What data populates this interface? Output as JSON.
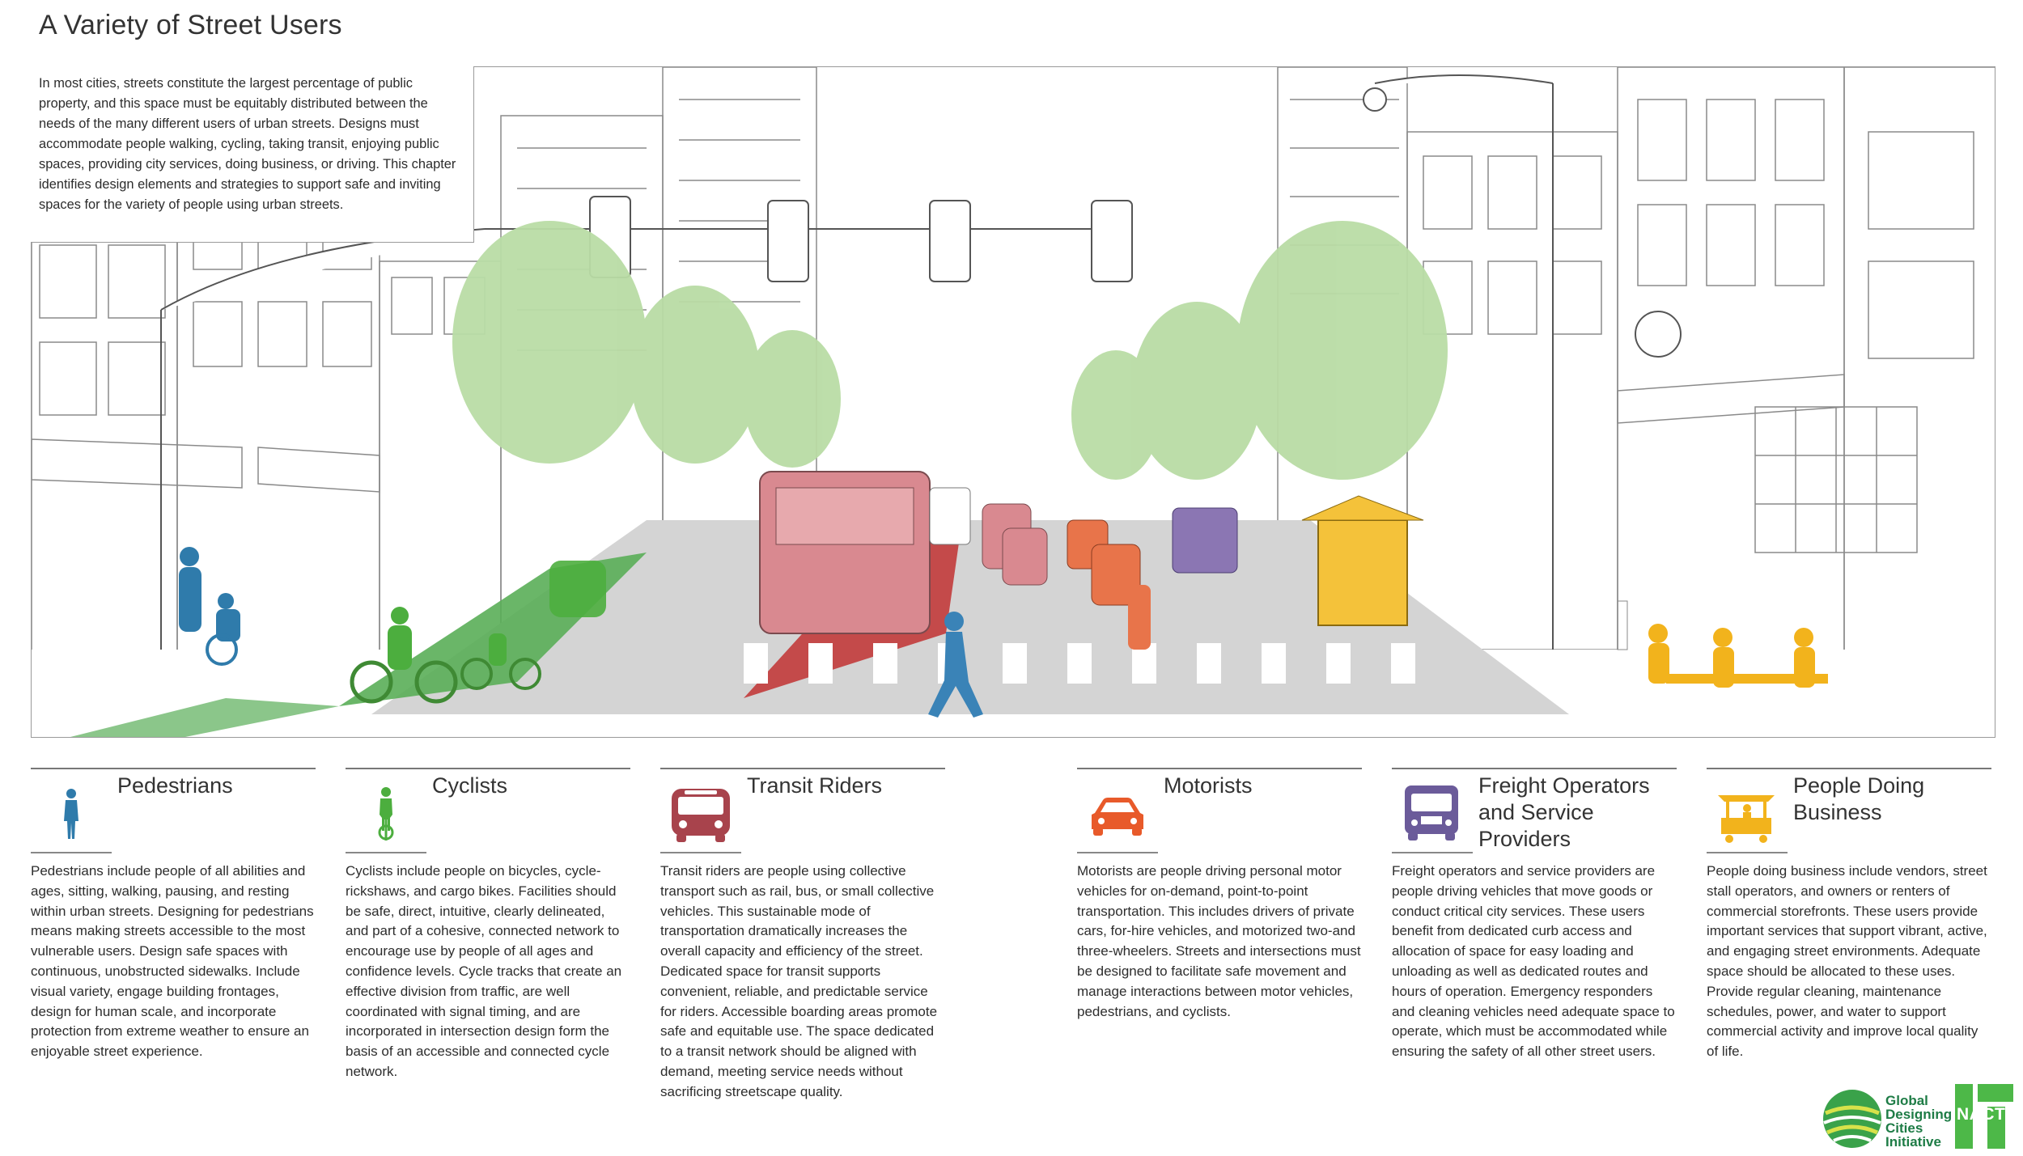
{
  "title": "A Variety of Street Users",
  "intro": "In most cities, streets constitute the largest percentage of public property, and this space must be equitably distributed between the needs of the many different users of urban streets. Designs must accommodate people walking, cycling, taking transit, enjoying public spaces, providing city services, doing business, or driving. This chapter identifies design elements and strategies to support safe and inviting spaces for the variety of people using urban streets.",
  "colors": {
    "pedestrians": "#2f7bab",
    "cyclists": "#4cae3e",
    "transit": "#a8434c",
    "motorists": "#e85a2a",
    "freight": "#6b5b9a",
    "business": "#f2b31c",
    "trees": "#b9dca5",
    "road": "#cfcfcf",
    "bike_lane": "#5aae58",
    "bus_lane": "#c23b3b"
  },
  "users": [
    {
      "key": "pedestrians",
      "icon": "pedestrian-icon",
      "title": "Pedestrians",
      "body": "Pedestrians include people of all abilities and ages, sitting, walking, pausing, and resting within urban streets. Designing for pedestrians means making streets accessible to the most vulnerable users. Design safe spaces with continuous, unobstructed sidewalks. Include visual variety, engage building frontages, design for human scale, and incorporate protection from extreme weather to ensure an enjoyable street experience."
    },
    {
      "key": "cyclists",
      "icon": "cyclist-icon",
      "title": "Cyclists",
      "body": "Cyclists include people on bicycles, cycle-rickshaws, and cargo bikes. Facilities should be safe, direct, intuitive, clearly delineated, and part of a cohesive, connected network to encourage use by people of all ages and confidence levels. Cycle tracks that create an effective division from traffic, are well coordinated with signal timing, and are incorporated in intersection design form the basis of an accessible and connected cycle network."
    },
    {
      "key": "transit",
      "icon": "bus-icon",
      "title": "Transit Riders",
      "body": "Transit riders are people using collective transport such as rail, bus, or small collective vehicles. This sustainable mode of transportation dramatically increases the overall capacity and efficiency of the street. Dedicated space for transit supports convenient, reliable, and predictable service for riders. Accessible boarding areas promote safe and equitable use. The space dedicated to a transit network should be aligned with demand, meeting service needs without sacrificing streetscape quality."
    },
    {
      "key": "motorists",
      "icon": "car-icon",
      "title": "Motorists",
      "body": "Motorists are people driving personal motor vehicles for on-demand, point-to-point transportation. This includes drivers of private cars, for-hire vehicles, and motorized two-and three-wheelers. Streets and intersections must be designed to facilitate safe movement and manage interactions between motor vehicles, pedestrians, and cyclists."
    },
    {
      "key": "freight",
      "icon": "truck-icon",
      "title": "Freight Operators and Service Providers",
      "body": "Freight operators and service providers are people driving vehicles that move goods or conduct critical city services. These users benefit from dedicated curb access and allocation of space for easy loading and unloading as well as dedicated routes and hours of operation. Emergency responders and cleaning vehicles need adequate space to operate, which must be accommodated while ensuring the safety of all other street users."
    },
    {
      "key": "business",
      "icon": "vendor-cart-icon",
      "title": "People Doing Business",
      "body": "People doing business include vendors, street stall operators, and owners or renters of commercial storefronts. These users provide important services that support vibrant, active, and engaging street environments. Adequate space should be allocated to these uses. Provide regular cleaning, maintenance schedules, power, and water to support commercial activity and improve local quality of life."
    }
  ],
  "logos": {
    "gdci_lines": [
      "Global",
      "Designing",
      "Cities",
      "Initiative"
    ],
    "nacto": "NACTO"
  }
}
